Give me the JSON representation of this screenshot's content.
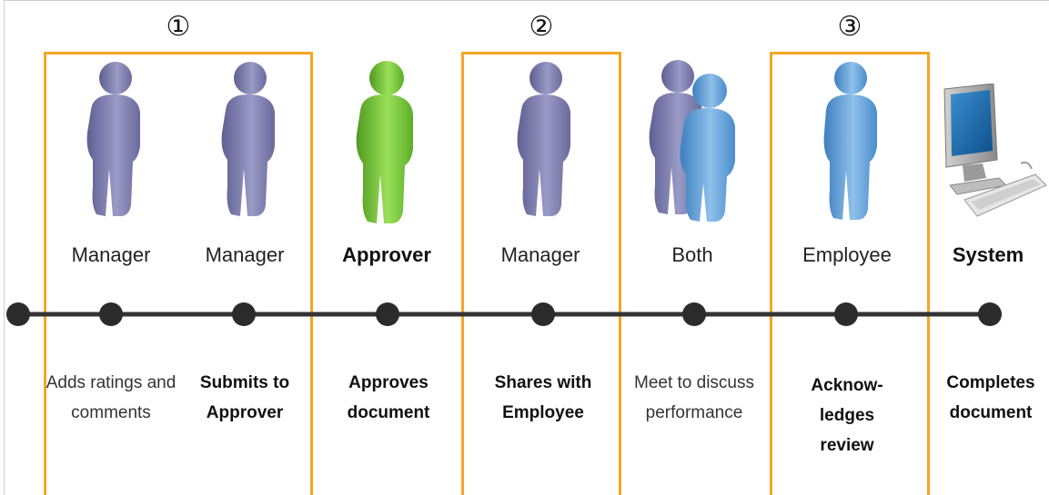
{
  "steps": [
    {
      "number": "①"
    },
    {
      "number": "②"
    },
    {
      "number": "③"
    }
  ],
  "actors": [
    {
      "role": "Manager",
      "action": "Adds ratings and comments",
      "figure": "manager-figure-icon",
      "color": "#8686b6"
    },
    {
      "role": "Manager",
      "action": "Submits to Approver",
      "figure": "manager-figure-icon",
      "color": "#8686b6"
    },
    {
      "role": "Approver",
      "action": "Approves document",
      "figure": "approver-figure-icon",
      "color": "#7bc93a"
    },
    {
      "role": "Manager",
      "action": "Shares with Employee",
      "figure": "manager-figure-icon",
      "color": "#8686b6"
    },
    {
      "role": "Both",
      "action": "Meet to discuss performance",
      "figure": "both-figures-icon",
      "color": "#6fa8dc"
    },
    {
      "role": "Employee",
      "action": "Acknow- ledges review",
      "figure": "employee-figure-icon",
      "color": "#6fa8dc"
    },
    {
      "role": "System",
      "action": "Completes document",
      "figure": "computer-icon",
      "color": "#3a7bb8"
    }
  ],
  "colors": {
    "step_box": "#f5a623",
    "timeline": "#333333",
    "node": "#2b2b2b"
  }
}
